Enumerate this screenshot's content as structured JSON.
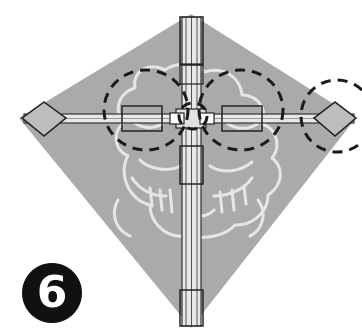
{
  "step": {
    "number": "6"
  },
  "colors": {
    "background": "#ffffff",
    "kite_fill": "#aaaaaa",
    "spar": "#e8e8e8",
    "spar_edge": "#333333",
    "drawing_line": "#e6e6e6",
    "dashed_circle": "#1a1a1a",
    "badge_fill": "#111111",
    "badge_text": "#ffffff"
  },
  "icons": {
    "kite_face": "dragon-face-line-drawing",
    "dashed_marker": "dashed-circle-icon",
    "step_badge": "step-number-badge"
  }
}
